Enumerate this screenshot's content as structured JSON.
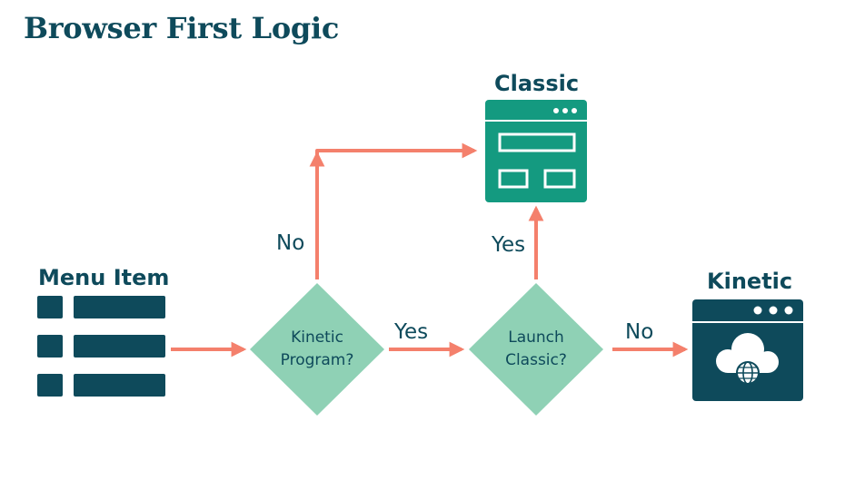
{
  "title": "Browser First Logic",
  "nodes": {
    "menu_item": {
      "label": "Menu Item"
    },
    "kinetic_program": {
      "line1": "Kinetic",
      "line2": "Program?"
    },
    "launch_classic": {
      "line1": "Launch",
      "line2": "Classic?"
    },
    "classic": {
      "label": "Classic"
    },
    "kinetic": {
      "label": "Kinetic"
    }
  },
  "edges": {
    "kinetic_program_no": "No",
    "kinetic_program_yes": "Yes",
    "launch_classic_yes": "Yes",
    "launch_classic_no": "No"
  },
  "colors": {
    "title": "#0e4a5b",
    "dark_teal": "#0e4a5b",
    "classic_green": "#149a80",
    "decision_fill": "#8fd1b5",
    "arrow": "#f4806c"
  },
  "icons": {
    "menu_item": "list-icon",
    "classic": "browser-window-icon",
    "kinetic": "cloud-globe-icon"
  }
}
